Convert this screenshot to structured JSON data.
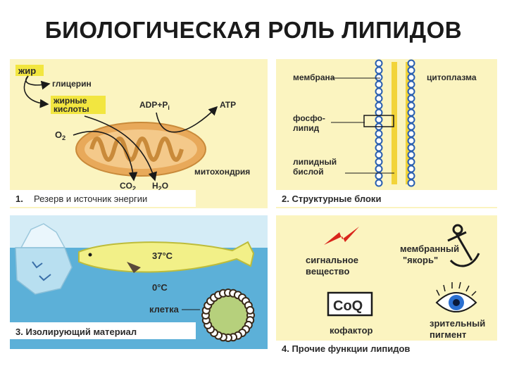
{
  "title": "БИОЛОГИЧЕСКАЯ РОЛЬ ЛИПИДОВ",
  "colors": {
    "panel_yellow": "#fbf4c0",
    "panel_blue": "#d4ecf6",
    "water": "#5cb0d8",
    "mitochondria": "#e8a95a",
    "label_highlight": "#f2e640",
    "arrow_red": "#d9261c",
    "bead_blue": "#2a5fb0",
    "bead_yellow": "#f2d43a"
  },
  "panel1": {
    "fat": "жир",
    "glycerol": "глицерин",
    "fatty_acids_1": "жирные",
    "fatty_acids_2": "кислоты",
    "adp": "ADP+P",
    "adp_sub": "i",
    "atp": "ATP",
    "o2": "O",
    "o2_sub": "2",
    "co2": "CO",
    "co2_sub": "2",
    "h2o_a": "H",
    "h2o_sub": "2",
    "h2o_b": "O",
    "mitochondria": "митохондрия",
    "number": "1.",
    "caption": "Резерв и источник энергии"
  },
  "panel2": {
    "membrane": "мембрана",
    "cytoplasm": "цитоплазма",
    "phospholipid_1": "фосфо-",
    "phospholipid_2": "липид",
    "bilayer_1": "липидный",
    "bilayer_2": "бислой",
    "caption": "2. Структурные блоки"
  },
  "panel3": {
    "temp_warm": "37°C",
    "temp_cold": "0°C",
    "cell": "клетка",
    "caption": "3. Изолирующий материал"
  },
  "panel4": {
    "signal_1": "сигнальное",
    "signal_2": "вещество",
    "anchor_1": "мембранный",
    "anchor_2": "\"якорь\"",
    "coq": "CoQ",
    "cofactor": "кофактор",
    "pigment_1": "зрительный",
    "pigment_2": "пигмент",
    "caption": "4. Прочие функции липидов"
  }
}
